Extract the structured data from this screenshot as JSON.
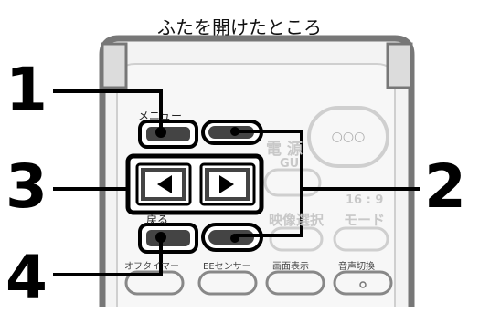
{
  "title": "ふたを開けたところ",
  "callouts": {
    "c1": "1",
    "c2": "2",
    "c3": "3",
    "c4": "4"
  },
  "button_labels": {
    "menu": "メニュー",
    "return": "戻る"
  },
  "faded_labels": {
    "power": "電 源",
    "gui": "GU",
    "eizou": "映像選択",
    "aspect_line1": "16 : 9",
    "aspect_line2": "モード"
  },
  "bottom_labels": [
    "オフタイマー",
    "EEセンサー",
    "画面表示",
    "音声切換"
  ],
  "colors": {
    "accent_fill": "#444444",
    "remote_border": "#777777",
    "line": "#000000"
  }
}
